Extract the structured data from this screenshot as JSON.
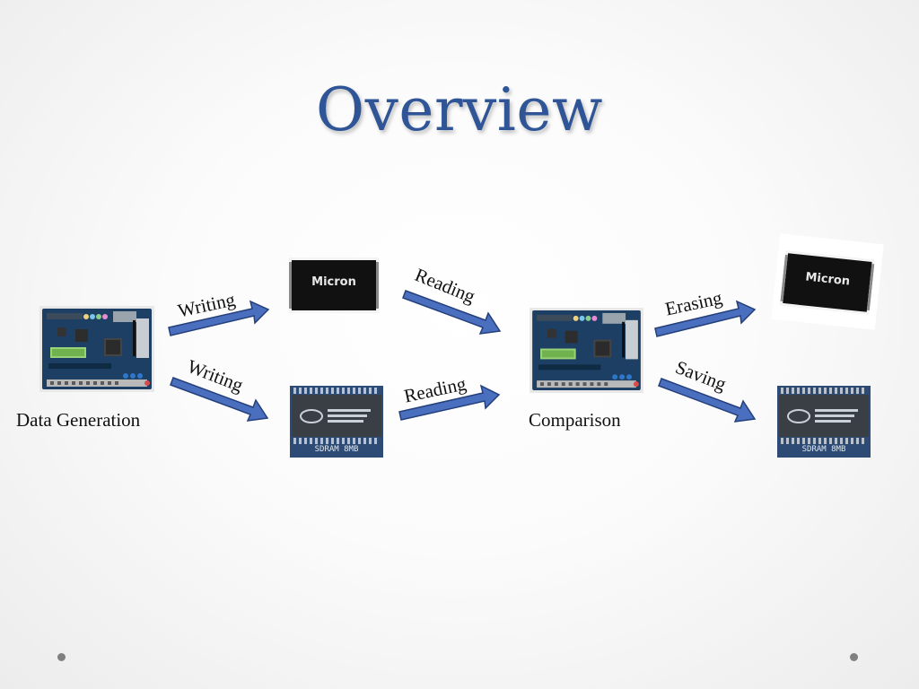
{
  "slide": {
    "title": "Overview"
  },
  "nodes": {
    "source": {
      "caption": "Data Generation",
      "icon": "fpga-board-icon"
    },
    "compare": {
      "caption": "Comparison",
      "icon": "fpga-board-icon"
    },
    "flash_chip_1": {
      "icon": "micron-flash-chip-icon",
      "chip_text": "Micron"
    },
    "flash_chip_2": {
      "icon": "micron-flash-chip-icon",
      "chip_text": "Micron"
    },
    "sdram_chip_1": {
      "icon": "sdram-chip-icon",
      "chip_text": "SDRAM 8MB"
    },
    "sdram_chip_2": {
      "icon": "sdram-chip-icon",
      "chip_text": "SDRAM 8MB"
    }
  },
  "arrows": {
    "write_flash": "Writing",
    "write_sdram": "Writing",
    "read_flash": "Reading",
    "read_sdram": "Reading",
    "erase": "Erasing",
    "save": "Saving"
  },
  "colors": {
    "title": "#2f5597",
    "arrow_fill": "#4a6fbf",
    "arrow_stroke": "#243f7a",
    "board": "#1d3f63",
    "chip_black": "#111111"
  }
}
